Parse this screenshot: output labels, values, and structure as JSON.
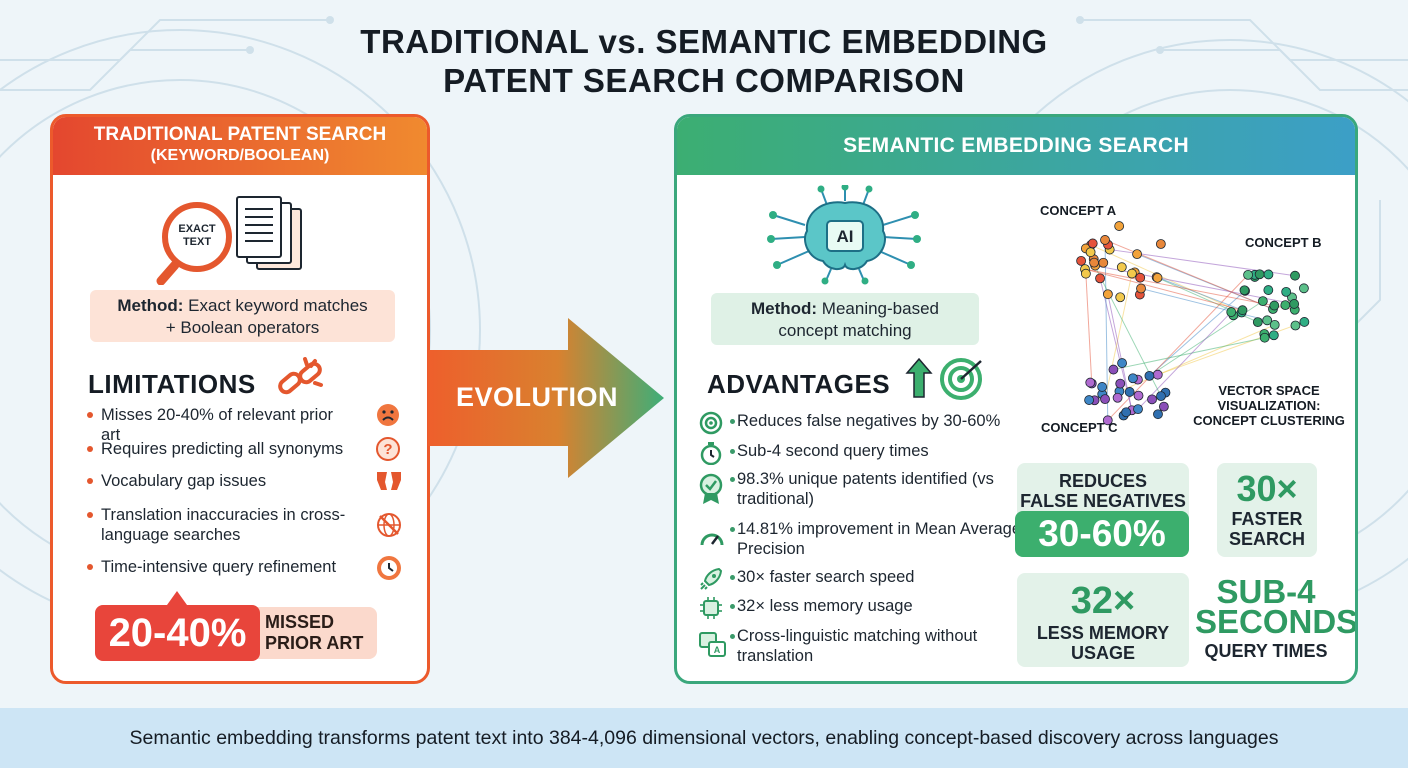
{
  "title": {
    "line1": "TRADITIONAL vs. SEMANTIC EMBEDDING",
    "line2": "PATENT SEARCH COMPARISON"
  },
  "traditional": {
    "header_line1": "TRADITIONAL PATENT SEARCH",
    "header_line2": "(KEYWORD/BOOLEAN)",
    "icon_text_1": "EXACT",
    "icon_text_2": "TEXT",
    "method_label": "Method:",
    "method_line1": " Exact keyword matches",
    "method_line2": "+ Boolean operators",
    "limitations_title": "LIMITATIONS",
    "limitations": [
      {
        "text": "Misses 20-40% of relevant prior art",
        "icon": "sad-face-icon"
      },
      {
        "text": "Requires predicting all synonyms",
        "icon": "question-icon"
      },
      {
        "text": "Vocabulary gap issues",
        "icon": "gap-icon"
      },
      {
        "text": "Translation inaccuracies in cross-language searches",
        "icon": "no-globe-icon"
      },
      {
        "text": "Time-intensive query refinement",
        "icon": "clock-icon"
      }
    ],
    "stat_value": "20-40%",
    "stat_label_line1": "MISSED",
    "stat_label_line2": "PRIOR ART"
  },
  "arrow_label": "EVOLUTION",
  "semantic": {
    "header": "SEMANTIC EMBEDDING SEARCH",
    "brain_label": "AI",
    "method_label": "Method:",
    "method_line1": " Meaning-based",
    "method_line2": "concept matching",
    "advantages_title": "ADVANTAGES",
    "advantages": [
      {
        "text": "Reduces false negatives by 30-60%",
        "icon": "target-icon"
      },
      {
        "text": "Sub-4 second query times",
        "icon": "stopwatch-icon"
      },
      {
        "text": "98.3% unique patents identified (vs traditional)",
        "icon": "badge-icon"
      },
      {
        "text": "14.81% improvement in Mean Average Precision",
        "icon": "gauge-icon"
      },
      {
        "text": "30× faster search speed",
        "icon": "rocket-icon"
      },
      {
        "text": "32× less memory usage",
        "icon": "chip-icon"
      },
      {
        "text": "Cross-linguistic matching without translation",
        "icon": "translate-icon"
      }
    ],
    "cluster_labels": {
      "a": "CONCEPT A",
      "b": "CONCEPT B",
      "c": "CONCEPT C",
      "viz_line1": "VECTOR SPACE",
      "viz_line2": "VISUALIZATION:",
      "viz_line3": "CONCEPT CLUSTERING"
    },
    "stats": {
      "neg_label_line1": "REDUCES",
      "neg_label_line2": "FALSE NEGATIVES",
      "neg_value": "30-60%",
      "fast_value": "30×",
      "fast_label_line1": "FASTER",
      "fast_label_line2": "SEARCH",
      "mem_value": "32×",
      "mem_label_line1": "LESS MEMORY",
      "mem_label_line2": "USAGE",
      "sub_value_line1": "SUB-4",
      "sub_value_line2": "SECONDS",
      "sub_label": "QUERY TIMES"
    }
  },
  "footer": "Semantic embedding transforms patent text into 384-4,096 dimensional vectors, enabling concept-based discovery across languages",
  "colors": {
    "traditional_accent": "#e4472f",
    "semantic_accent": "#3cae72",
    "semantic_blue": "#3c9fc7"
  }
}
